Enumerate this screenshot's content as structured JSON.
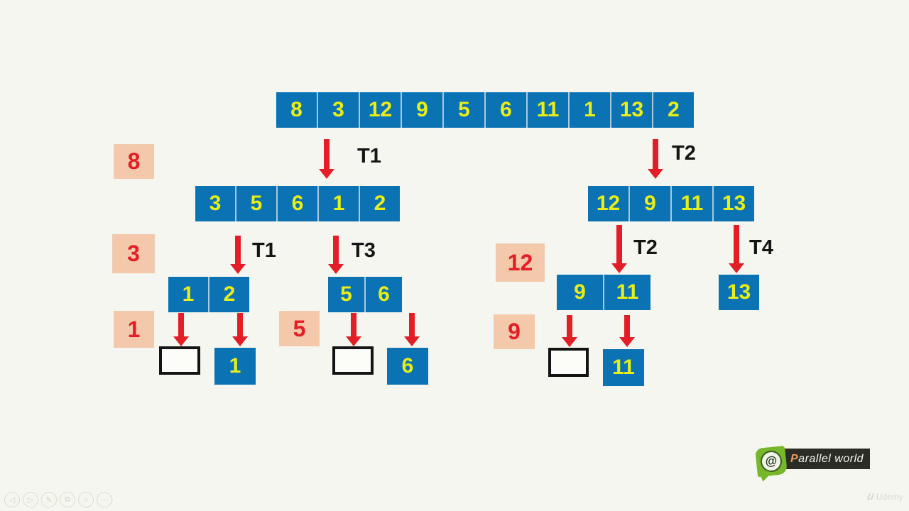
{
  "diagram": {
    "root_array": [
      "8",
      "3",
      "12",
      "9",
      "5",
      "6",
      "11",
      "1",
      "13",
      "2"
    ],
    "level2_left": [
      "3",
      "5",
      "6",
      "1",
      "2"
    ],
    "level2_right": [
      "12",
      "9",
      "11",
      "13"
    ],
    "level3_left_a": [
      "1",
      "2"
    ],
    "level3_left_b": [
      "5",
      "6"
    ],
    "level3_right_a": [
      "9",
      "11"
    ],
    "level3_right_b": [
      "13"
    ],
    "leaf_left": "1",
    "leaf_mid": "6",
    "leaf_right": "11",
    "pivots": {
      "level1": "8",
      "level2_left": "3",
      "level2_right": "12",
      "level3_a": "1",
      "level3_b": "5",
      "level3_c": "9"
    },
    "threads": {
      "top_left": "T1",
      "top_right": "T2",
      "mid_left_1": "T1",
      "mid_left_2": "T3",
      "mid_right_1": "T2",
      "mid_right_2": "T4"
    }
  },
  "colors": {
    "background": "#f5f6f0",
    "cell_blue": "#0b72b4",
    "cell_text_yellow": "#e9ee16",
    "pivot_bg_tan": "#f4c8ab",
    "pivot_text_red": "#e41e26",
    "arrow_red": "#e41e26",
    "logo_green": "#76b82a",
    "logo_bg": "#2c2c27"
  },
  "logo": {
    "p": "P",
    "rest": "arallel world",
    "glyph": "@"
  },
  "watermark": {
    "glyph": "u",
    "text": "Udemy"
  },
  "player_controls": [
    {
      "name": "previous-slide",
      "glyph": "◁"
    },
    {
      "name": "next-slide",
      "glyph": "▷"
    },
    {
      "name": "pen-tool",
      "glyph": "✎"
    },
    {
      "name": "all-slides",
      "glyph": "⧉"
    },
    {
      "name": "zoom-slide",
      "glyph": "⌕"
    },
    {
      "name": "more-options",
      "glyph": "⋯"
    }
  ]
}
